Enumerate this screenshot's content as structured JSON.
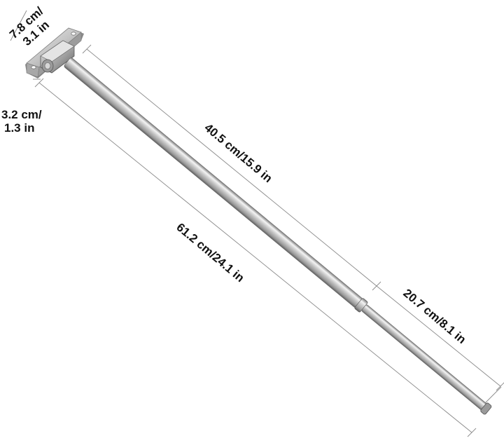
{
  "product": {
    "icon": "telescopic-towel-bar-icon",
    "colors": {
      "metal_light": "#f2f2f2",
      "metal_mid": "#bdbdbd",
      "metal_dark": "#6f6f6f",
      "dimension_line": "#8a8a8a",
      "label_text": "#111111"
    }
  },
  "dimensions": {
    "base_length": {
      "line1": "7.8 cm/",
      "line2": "3.1 in"
    },
    "base_width": {
      "line1": "3.2 cm/",
      "line2": "1.3 in"
    },
    "inner_section": "40.5 cm/15.9 in",
    "extension": "20.7 cm/8.1 in",
    "total_length": "61.2 cm/24.1 in"
  }
}
